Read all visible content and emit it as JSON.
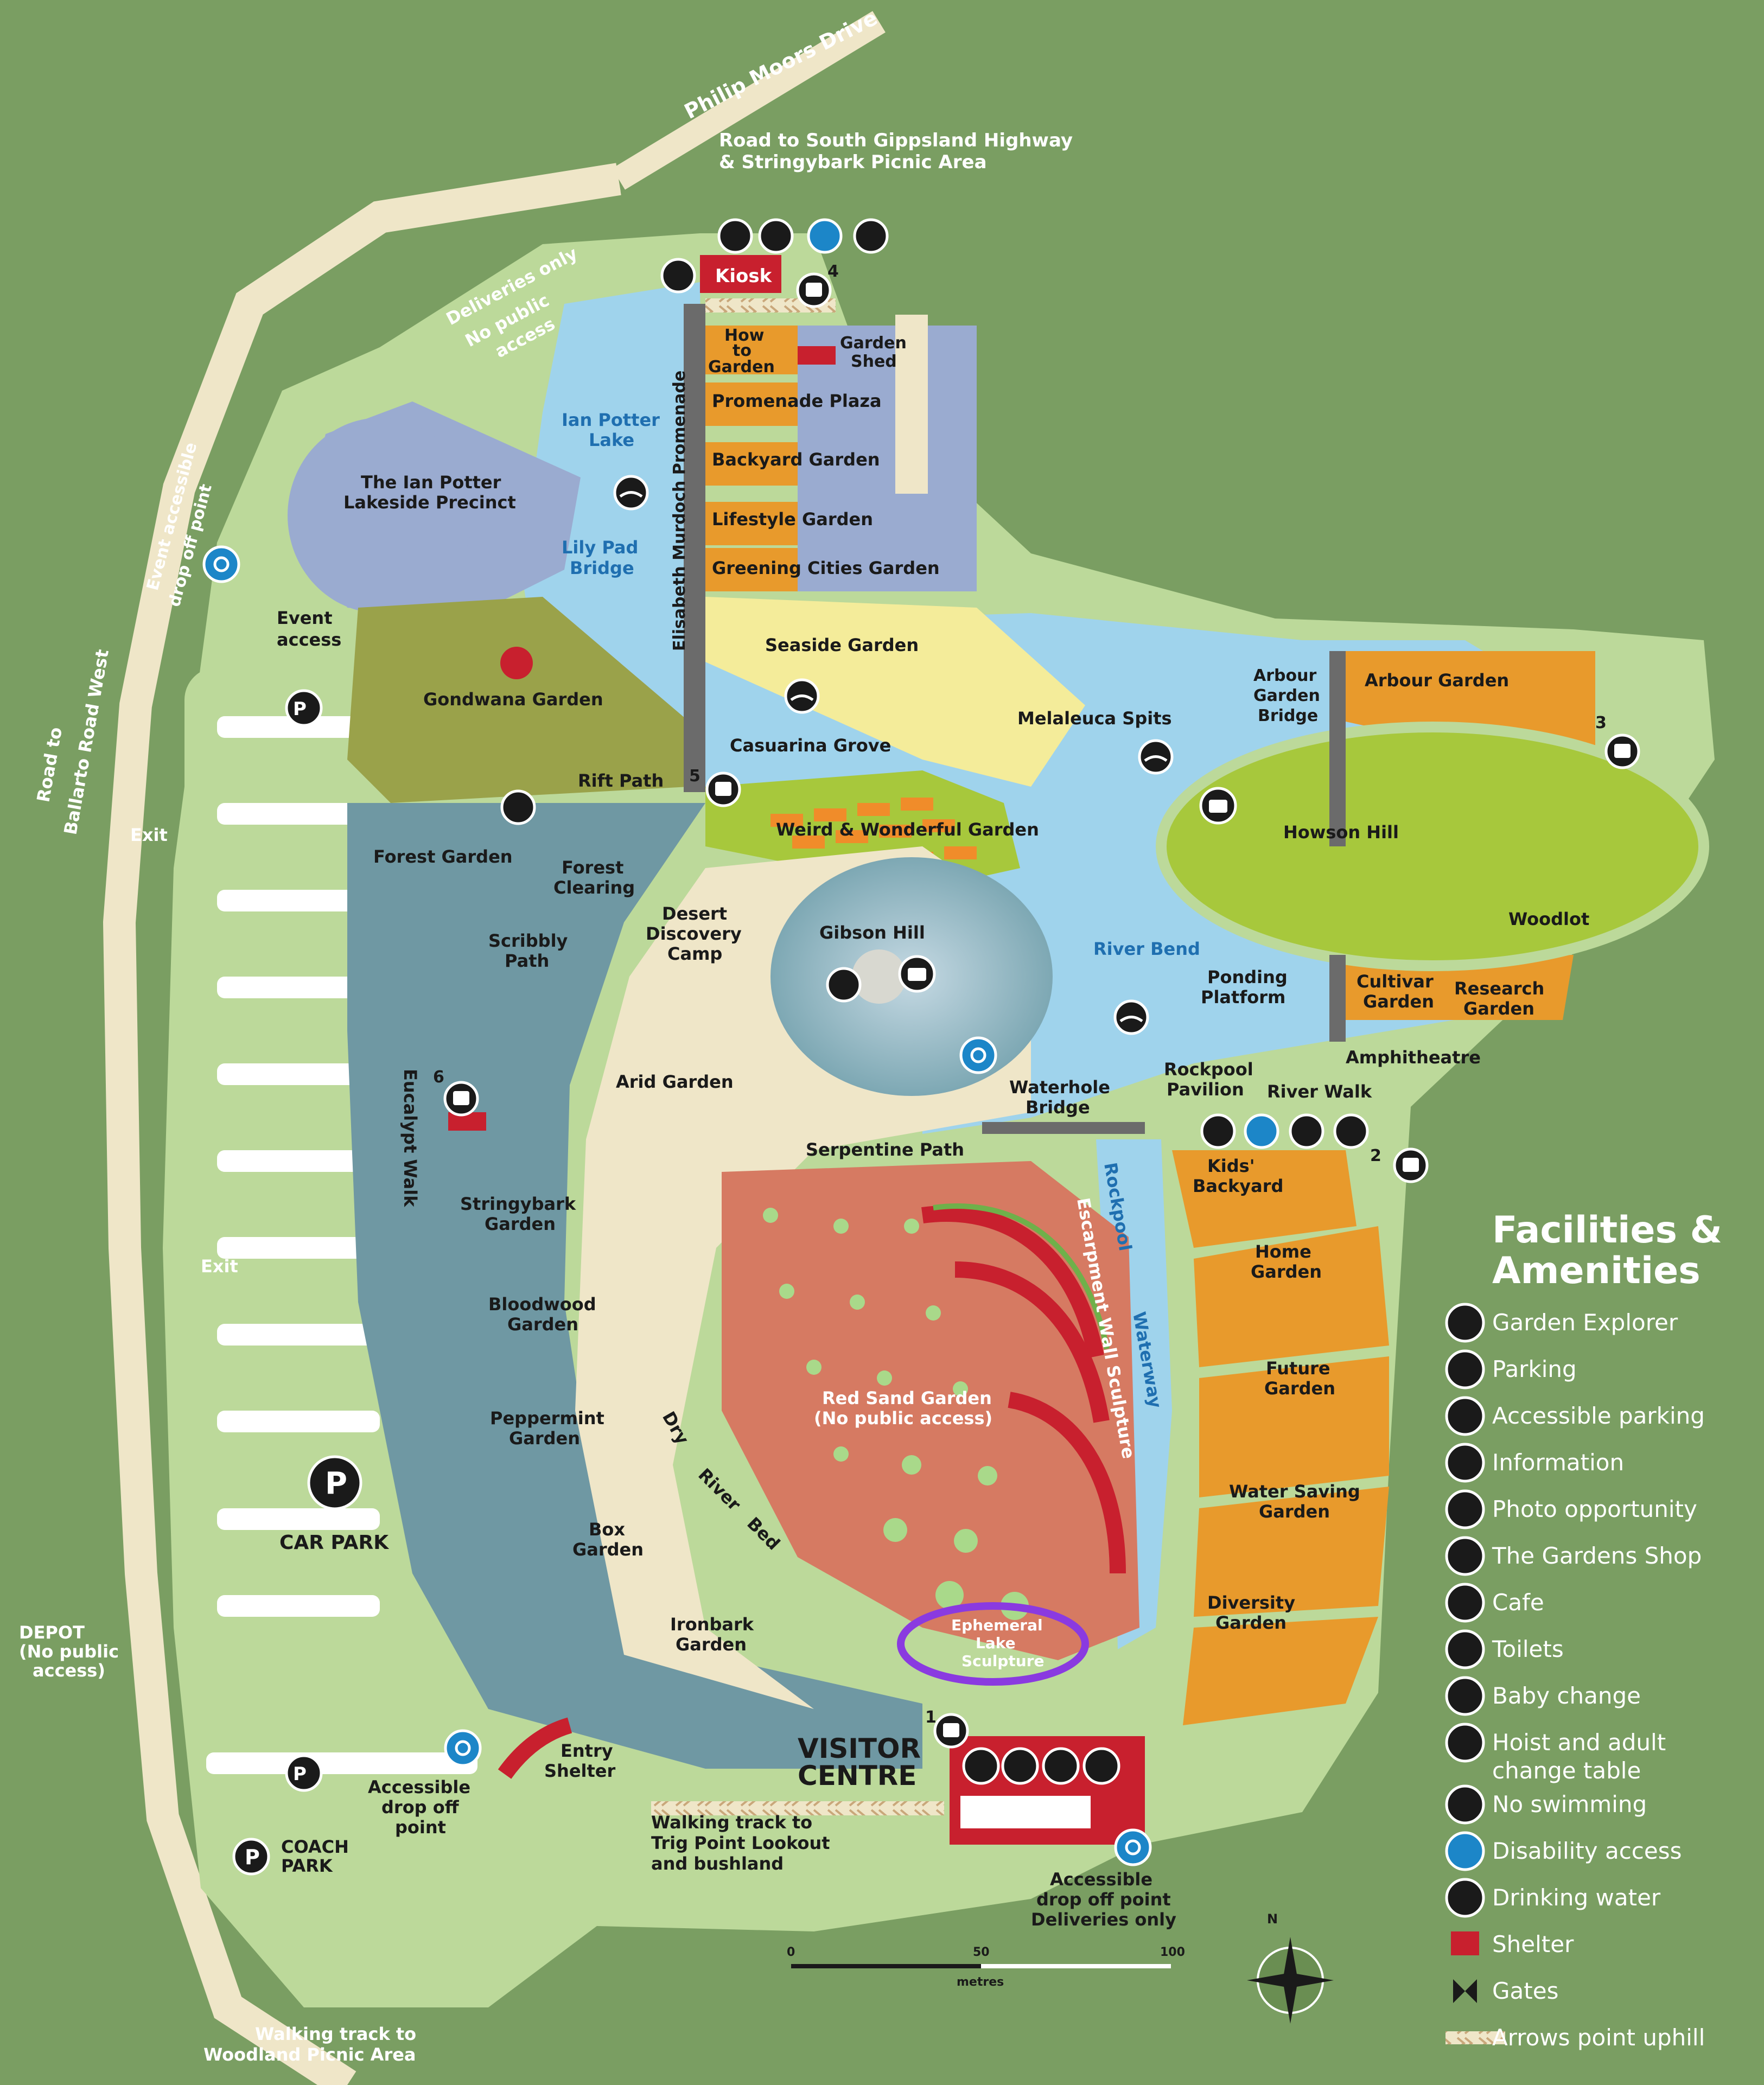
{
  "roads": {
    "philip_moors": "Philip Moors Drive",
    "to_highway_1": "Road to South Gippsland Highway",
    "to_highway_2": "& Stringybark Picnic Area",
    "to_ballarto_1": "Road to",
    "to_ballarto_2": "Ballarto Road West",
    "deliveries_1": "Deliveries only",
    "deliveries_2": "No public",
    "deliveries_3": "access",
    "event_dropoff_1": "Event accessible",
    "event_dropoff_2": "drop off point",
    "event_access_1": "Event",
    "event_access_2": "access",
    "exit_1": "Exit",
    "exit_2": "Exit",
    "depot_1": "DEPOT",
    "depot_2": "(No public",
    "depot_3": "access)",
    "walking_trig_1": "Walking track to",
    "walking_trig_2": "Trig Point Lookout",
    "walking_trig_3": "and bushland",
    "walking_woodland_1": "Walking track to",
    "walking_woodland_2": "Woodland Picnic Area"
  },
  "places": {
    "kiosk": "Kiosk",
    "how_to_garden_1": "How",
    "how_to_garden_2": "to",
    "how_to_garden_3": "Garden",
    "garden_shed_1": "Garden",
    "garden_shed_2": "Shed",
    "promenade_plaza": "Promenade Plaza",
    "backyard_garden": "Backyard Garden",
    "lifestyle_garden": "Lifestyle Garden",
    "greening_cities": "Greening Cities Garden",
    "ian_potter_lake_1": "Ian Potter",
    "ian_potter_lake_2": "Lake",
    "lakeside_1": "The Ian Potter",
    "lakeside_2": "Lakeside Precinct",
    "lily_pad_1": "Lily Pad",
    "lily_pad_2": "Bridge",
    "promenade_vertical": "Elisabeth Murdoch Promenade",
    "seaside_garden": "Seaside Garden",
    "gondwana_garden": "Gondwana Garden",
    "casuarina_grove": "Casuarina Grove",
    "rift_path": "Rift Path",
    "melaleuca_spits": "Melaleuca Spits",
    "arbour_bridge_1": "Arbour",
    "arbour_bridge_2": "Garden",
    "arbour_bridge_3": "Bridge",
    "arbour_garden": "Arbour Garden",
    "howson_hill": "Howson Hill",
    "woodlot": "Woodlot",
    "weird_wonderful": "Weird & Wonderful Garden",
    "forest_garden": "Forest Garden",
    "forest_clearing_1": "Forest",
    "forest_clearing_2": "Clearing",
    "desert_camp_1": "Desert",
    "desert_camp_2": "Discovery",
    "desert_camp_3": "Camp",
    "gibson_hill": "Gibson Hill",
    "river_bend": "River Bend",
    "ponding_1": "Ponding",
    "ponding_2": "Platform",
    "cultivar_1": "Cultivar",
    "cultivar_2": "Garden",
    "research_1": "Research",
    "research_2": "Garden",
    "scribbly_1": "Scribbly",
    "scribbly_2": "Path",
    "amphitheatre": "Amphitheatre",
    "rockpool_pavilion_1": "Rockpool",
    "rockpool_pavilion_2": "Pavilion",
    "river_walk": "River Walk",
    "arid_garden": "Arid Garden",
    "waterhole_1": "Waterhole",
    "waterhole_2": "Bridge",
    "eucalypt_walk": "Eucalypt Walk",
    "serpentine_path": "Serpentine Path",
    "kids_backyard_1": "Kids'",
    "kids_backyard_2": "Backyard",
    "stringybark_1": "Stringybark",
    "stringybark_2": "Garden",
    "rockpool_waterway_1": "Rockpool",
    "rockpool_waterway_2": "Waterway",
    "escarpment": "Escarpment Wall Sculpture",
    "home_garden_1": "Home",
    "home_garden_2": "Garden",
    "bloodwood_1": "Bloodwood",
    "bloodwood_2": "Garden",
    "future_garden_1": "Future",
    "future_garden_2": "Garden",
    "red_sand_1": "Red Sand Garden",
    "red_sand_2": "(No public access)",
    "peppermint_1": "Peppermint",
    "peppermint_2": "Garden",
    "dry_1": "Dry",
    "dry_2": "River",
    "dry_3": "Bed",
    "water_saving_1": "Water Saving",
    "water_saving_2": "Garden",
    "box_garden_1": "Box",
    "box_garden_2": "Garden",
    "diversity_1": "Diversity",
    "diversity_2": "Garden",
    "ephemeral_1": "Ephemeral",
    "ephemeral_2": "Lake",
    "ephemeral_3": "Sculpture",
    "ironbark_1": "Ironbark",
    "ironbark_2": "Garden",
    "car_park": "CAR PARK",
    "coach_park_1": "COACH",
    "coach_park_2": "PARK",
    "visitor_centre_1": "VISITOR",
    "visitor_centre_2": "CENTRE",
    "entry_shelter_1": "Entry",
    "entry_shelter_2": "Shelter",
    "accessible_dropoff_1": "Accessible",
    "accessible_dropoff_2": "drop off",
    "accessible_dropoff_3": "point",
    "vc_dropoff_1": "Accessible",
    "vc_dropoff_2": "drop off point",
    "vc_dropoff_3": "Deliveries only"
  },
  "stops": {
    "s1": "1",
    "s2": "2",
    "s3": "3",
    "s4": "4",
    "s5": "5",
    "s6": "6"
  },
  "scale": {
    "zero": "0",
    "fifty": "50",
    "hundred": "100",
    "unit": "metres"
  },
  "compass": {
    "north": "N"
  },
  "legend": {
    "title_1": "Facilities &",
    "title_2": "Amenities",
    "items": [
      {
        "label": "Garden Explorer",
        "icon": "bus-icon"
      },
      {
        "label": "Parking",
        "icon": "parking-icon"
      },
      {
        "label": "Accessible parking",
        "icon": "accessible-parking-icon"
      },
      {
        "label": "Information",
        "icon": "information-icon"
      },
      {
        "label": "Photo opportunity",
        "icon": "camera-icon"
      },
      {
        "label": "The Gardens Shop",
        "icon": "gift-icon"
      },
      {
        "label": "Cafe",
        "icon": "cafe-icon"
      },
      {
        "label": "Toilets",
        "icon": "toilets-icon"
      },
      {
        "label": "Baby change",
        "icon": "baby-change-icon"
      },
      {
        "label": "Hoist and adult",
        "label2": "change table",
        "icon": "hoist-icon"
      },
      {
        "label": "No swimming",
        "icon": "no-swimming-icon"
      },
      {
        "label": "Disability access",
        "icon": "wheelchair-icon"
      },
      {
        "label": "Drinking water",
        "icon": "drinking-water-icon"
      },
      {
        "label": "Shelter",
        "icon": "shelter-icon"
      },
      {
        "label": "Gates",
        "icon": "gates-icon"
      },
      {
        "label": "Arrows point uphill",
        "icon": "uphill-arrows-icon"
      }
    ]
  },
  "colors": {
    "background": "#7a9e62",
    "light_green": "#bcd99a",
    "pale_path": "#efe6c8",
    "water": "#9fd3ec",
    "blue_grey": "#6f98a3",
    "olive": "#9aa24a",
    "red_sand": "#d67a62",
    "orange": "#e89a2c",
    "lime": "#a7c83c",
    "kiosk_red": "#c8202e",
    "highlight_purple": "#8a3ae0"
  }
}
